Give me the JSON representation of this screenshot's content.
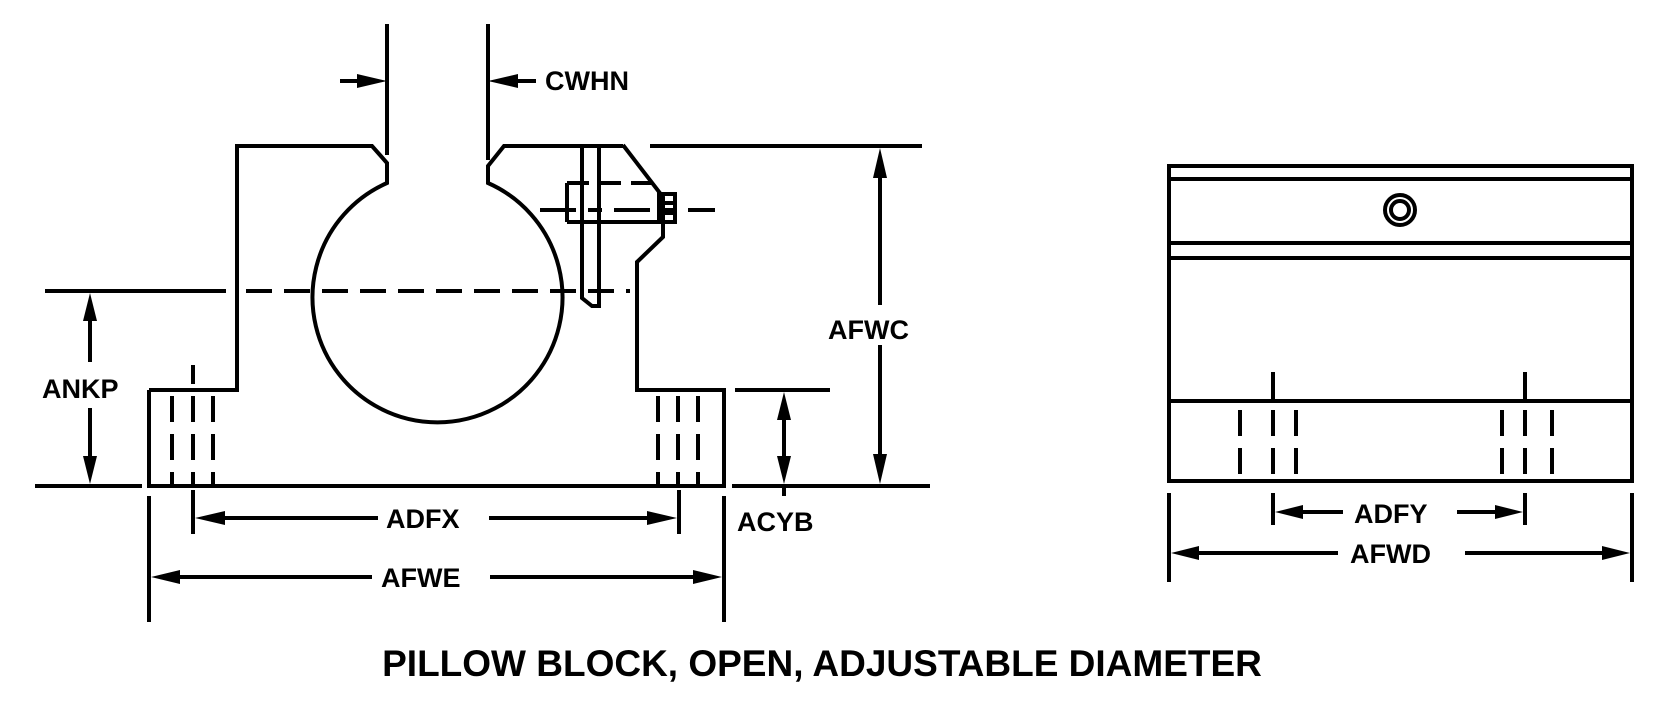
{
  "title": "PILLOW BLOCK, OPEN, ADJUSTABLE DIAMETER",
  "front_view": {
    "dimensions": {
      "slot_width": "CWHN",
      "overall_height": "AFWC",
      "shaft_center_height": "ANKP",
      "base_thickness": "ACYB",
      "bolt_hole_spacing": "ADFX",
      "overall_length": "AFWE"
    }
  },
  "side_view": {
    "dimensions": {
      "bolt_hole_spacing": "ADFY",
      "overall_width": "AFWD"
    }
  },
  "colors": {
    "line": "#000000",
    "background": "#ffffff"
  }
}
